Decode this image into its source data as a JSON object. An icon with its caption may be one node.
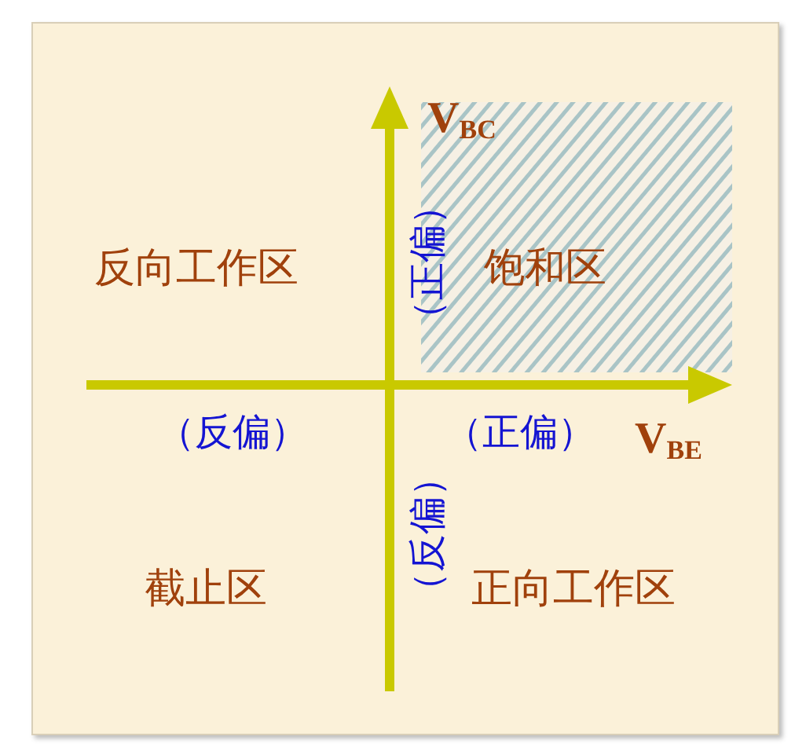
{
  "diagram": {
    "labels": [
      "V$_{BC}$",
      "反向工作区",
      "（正偏）",
      "饱和区",
      "（反偏）",
      "（正偏）",
      "V$_{BE}$",
      "（反偏）",
      "截止区",
      "正向工作区"
    ]
  }
}
